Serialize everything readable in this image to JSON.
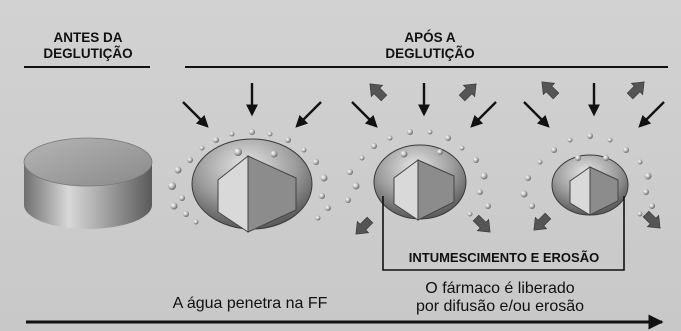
{
  "header_left": {
    "line1": "ANTES DA",
    "line2": "DEGLUTIÇÃO"
  },
  "header_right": {
    "line1": "APÓS A",
    "line2": "DEGLUTIÇÃO"
  },
  "process_label": "INTUMESCIMENTO E EROSÃO",
  "caption_left": "A água penetra na FF",
  "caption_right": {
    "line1": "O fármaco é liberado",
    "line2": "por difusão e/ou erosão"
  },
  "colors": {
    "background": "#cfcfcf",
    "ink": "#111111",
    "outward_arrow": "#555555"
  }
}
